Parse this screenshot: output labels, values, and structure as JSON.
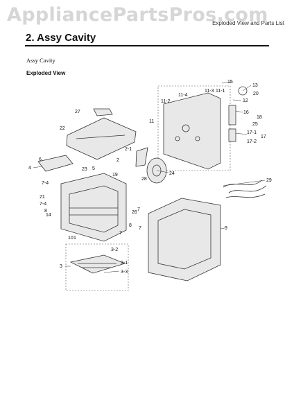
{
  "watermark": "AppliancePartsPros.com",
  "header_note": "Exploded View and Parts List",
  "section_title": "2.  Assy Cavity",
  "subtitle": "Assy Cavity",
  "view_label": "Exploded View",
  "callouts": [
    "15",
    "13",
    "20",
    "11-1",
    "11-3",
    "11-4",
    "11-2",
    "12",
    "11",
    "16",
    "18",
    "25",
    "17-1",
    "17",
    "17-2",
    "27",
    "22",
    "2-1",
    "2",
    "24",
    "28",
    "29",
    "23",
    "5",
    "19",
    "4",
    "6",
    "7-4",
    "7",
    "21",
    "7-4",
    "8",
    "26",
    "7",
    "14",
    "8",
    "7",
    "9",
    "10",
    "1",
    "3-2",
    "3",
    "3-1",
    "3-3"
  ]
}
